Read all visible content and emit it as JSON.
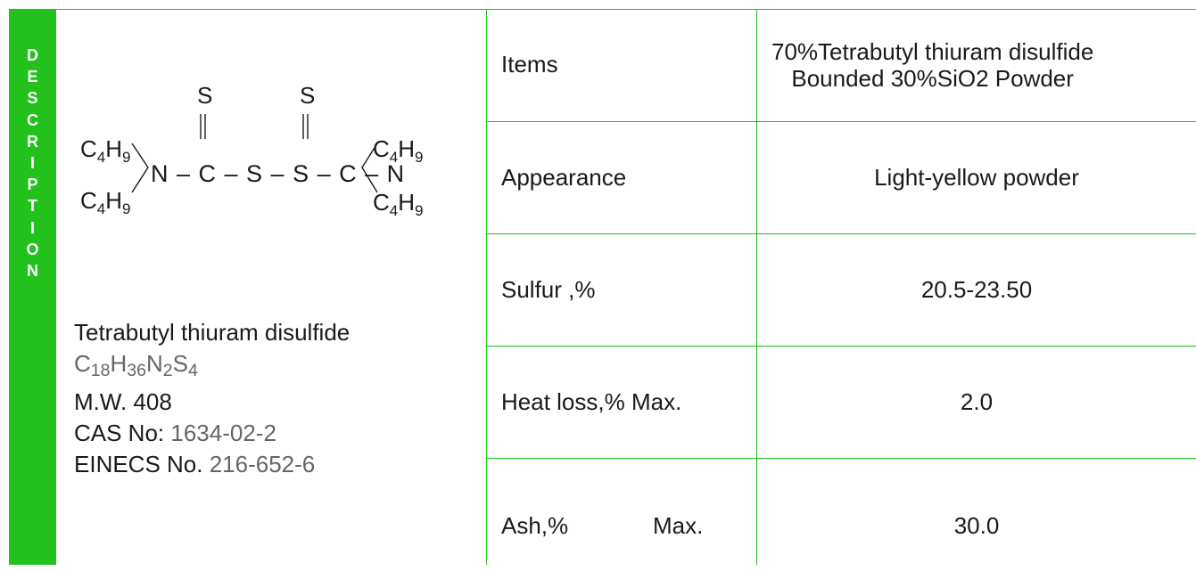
{
  "sidebar": {
    "letters": [
      "D",
      "E",
      "S",
      "C",
      "R",
      "I",
      "P",
      "T",
      "I",
      "O",
      "N"
    ],
    "color": "#22c11c"
  },
  "compound": {
    "name": "Tetrabutyl thiuram disulfide",
    "formula": {
      "c": "C",
      "c_n": "18",
      "h": "H",
      "h_n": "36",
      "n": "N",
      "n_n": "2",
      "s": "S",
      "s_n": "4"
    },
    "mw_label": "M.W. 408",
    "cas_label": "CAS No: ",
    "cas_value": "1634-02-2",
    "einecs_label": "EINECS No. ",
    "einecs_value": "216-652-6"
  },
  "structure": {
    "s_top": "S",
    "group": "C",
    "group_sub": "4",
    "h": "H",
    "h_sub": "9",
    "chain": "N – C – S – S – C – N"
  },
  "table": {
    "rows": [
      {
        "label": "Items",
        "value_line1": "70%Tetrabutyl thiuram disulfide",
        "value_line2": "Bounded 30%SiO2 Powder"
      },
      {
        "label": "Appearance",
        "value": "Light-yellow powder"
      },
      {
        "label": "Sulfur ,%",
        "value": "20.5-23.50"
      },
      {
        "label": "Heat loss,% Max.",
        "value": "2.0"
      },
      {
        "label": "Ash,%",
        "label_extra": "Max.",
        "value": "30.0"
      }
    ]
  }
}
